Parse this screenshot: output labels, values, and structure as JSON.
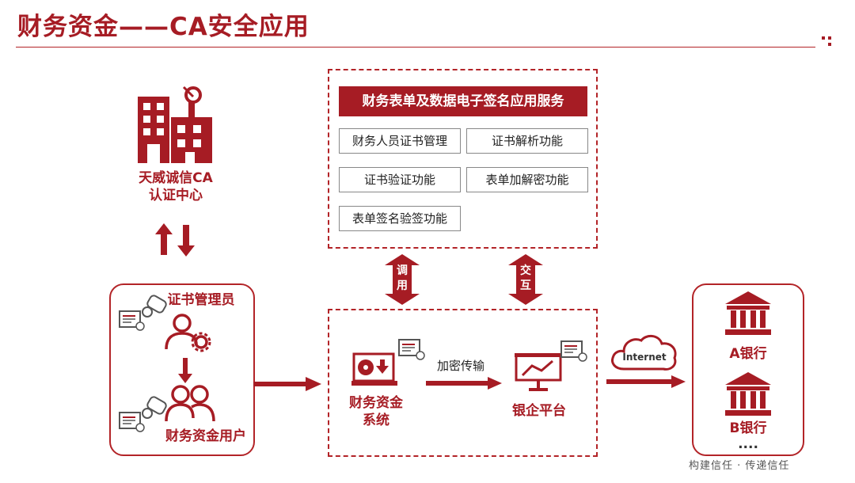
{
  "header": {
    "title": "财务资金——CA安全应用"
  },
  "ca_center": {
    "name": "天威诚信CA",
    "sub": "认证中心"
  },
  "admin_box": {
    "admin": "证书管理员",
    "user": "财务资金用户"
  },
  "service_box": {
    "title": "财务表单及数据电子签名应用服务",
    "functions": [
      "财务人员证书管理",
      "证书解析功能",
      "证书验证功能",
      "表单加解密功能",
      "表单签名验签功能"
    ]
  },
  "connectors": {
    "call": [
      "调",
      "用"
    ],
    "interact": [
      "交",
      "互"
    ]
  },
  "system_box": {
    "finance_system": [
      "财务资金",
      "系统"
    ],
    "transfer": "加密传输",
    "bank_platform": "银企平台"
  },
  "network": {
    "internet": "Internet"
  },
  "banks": {
    "a": "A银行",
    "b": "B银行",
    "more": "...."
  },
  "footer": {
    "slogan": "构建信任 · 传递信任"
  },
  "colors": {
    "accent": "#a61c24",
    "line": "#b32428"
  }
}
